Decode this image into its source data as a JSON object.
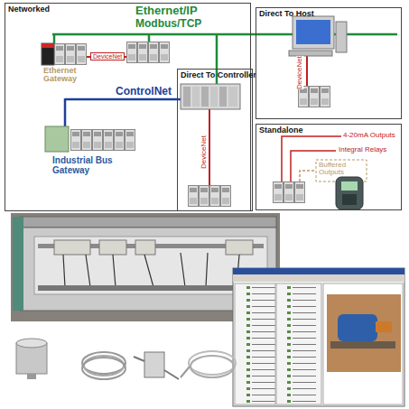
{
  "diagram": {
    "nodes": [
      {
        "text": [
          "Networked"
        ]
      },
      {
        "text": [
          "Direct To Controller"
        ],
        "in": 0
      },
      {
        "text": [
          "Direct To Host"
        ]
      },
      {
        "text": [
          "Standalone"
        ]
      }
    ],
    "labels": [
      "Ethernet/IP",
      "Modbus/TCP",
      "Ethernet Gateway",
      "DeviceNet",
      "ControlNet",
      "Industrial Bus Gateway",
      "DeviceNet",
      "DeviceNet",
      "4-20mA Outputs",
      "Integral Relays",
      "Buffered Outputs"
    ]
  }
}
